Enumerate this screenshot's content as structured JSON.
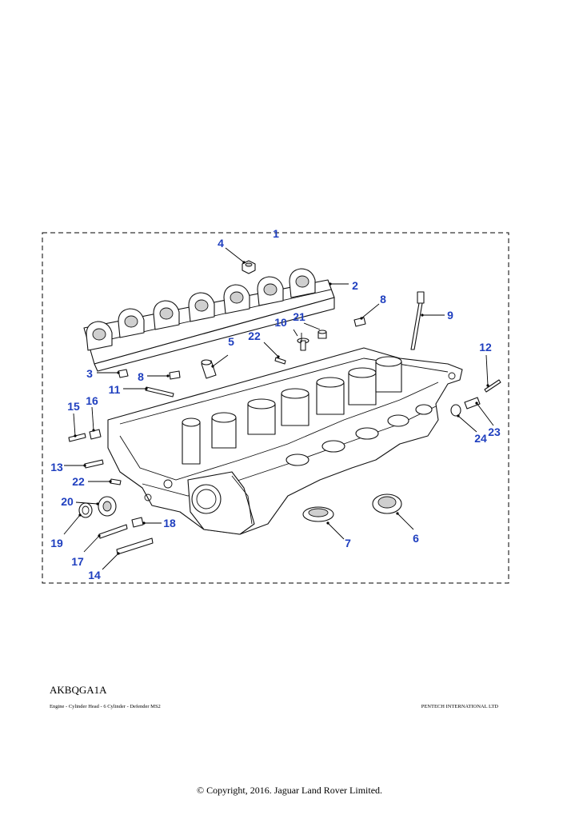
{
  "diagram": {
    "code": "AKBQGA1A",
    "caption": "Engine - Cylinder Head - 6 Cylinder - Defender MS2",
    "publisher": "PENTECH INTERNATIONAL LTD",
    "copyright": "© Copyright, 2016. Jaguar Land Rover Limited.",
    "callouts": [
      "1",
      "2",
      "3",
      "4",
      "5",
      "6",
      "7",
      "8",
      "8",
      "9",
      "10",
      "11",
      "12",
      "13",
      "14",
      "15",
      "16",
      "17",
      "18",
      "19",
      "20",
      "21",
      "22",
      "22",
      "23",
      "24"
    ]
  },
  "colors": {
    "callout": "#1f3fbf",
    "line": "#111111"
  }
}
